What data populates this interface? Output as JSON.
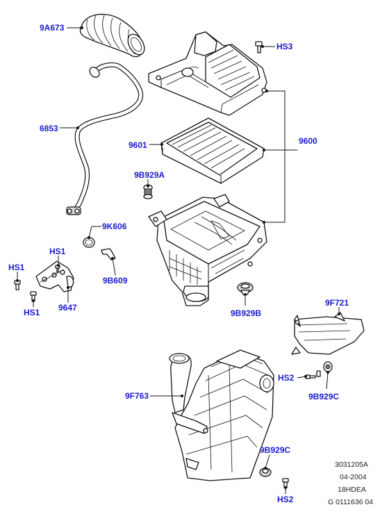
{
  "callouts": {
    "c9A673": "9A673",
    "cHS3": "HS3",
    "c6853": "6853",
    "c9601": "9601",
    "c9600": "9600",
    "c9B929A": "9B929A",
    "c9K606": "9K606",
    "cHS1a": "HS1",
    "cHS1b": "HS1",
    "cHS1c": "HS1",
    "c9B609": "9B609",
    "c9647": "9647",
    "c9B929B": "9B929B",
    "c9F721": "9F721",
    "cHS2a": "HS2",
    "c9B929Ca": "9B929C",
    "c9F763": "9F763",
    "c9B929Cb": "9B929C",
    "cHS2b": "HS2"
  },
  "reference": {
    "code": "3031205A",
    "date": "04-2004",
    "model": "18HDEA",
    "number": "G 0111636 04"
  },
  "colors": {
    "callout": "#1a1acd",
    "line": "#111111"
  }
}
